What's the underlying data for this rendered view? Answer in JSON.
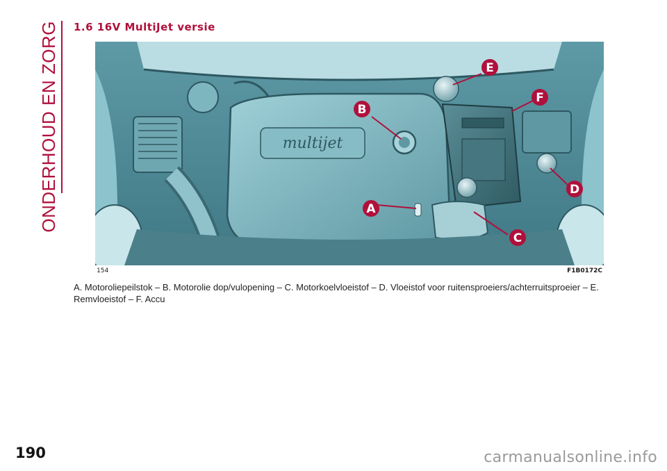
{
  "chapter_title": "ONDERHOUD EN ZORG",
  "section_heading": "1.6 16V MultiJet versie",
  "figure": {
    "number": "154",
    "code": "F1B0172C",
    "engine_badge": "multijet",
    "callouts": [
      "A",
      "B",
      "C",
      "D",
      "E",
      "F"
    ]
  },
  "caption": "A. Motoroliepeilstok – B. Motorolie dop/vulopening – C. Motorkoelvloeistof – D. Vloeistof voor ruitensproeiers/achterruitsproeier – E. Remvloeistof – F. Accu",
  "page_number": "190",
  "watermark": "carmanualsonline.info"
}
